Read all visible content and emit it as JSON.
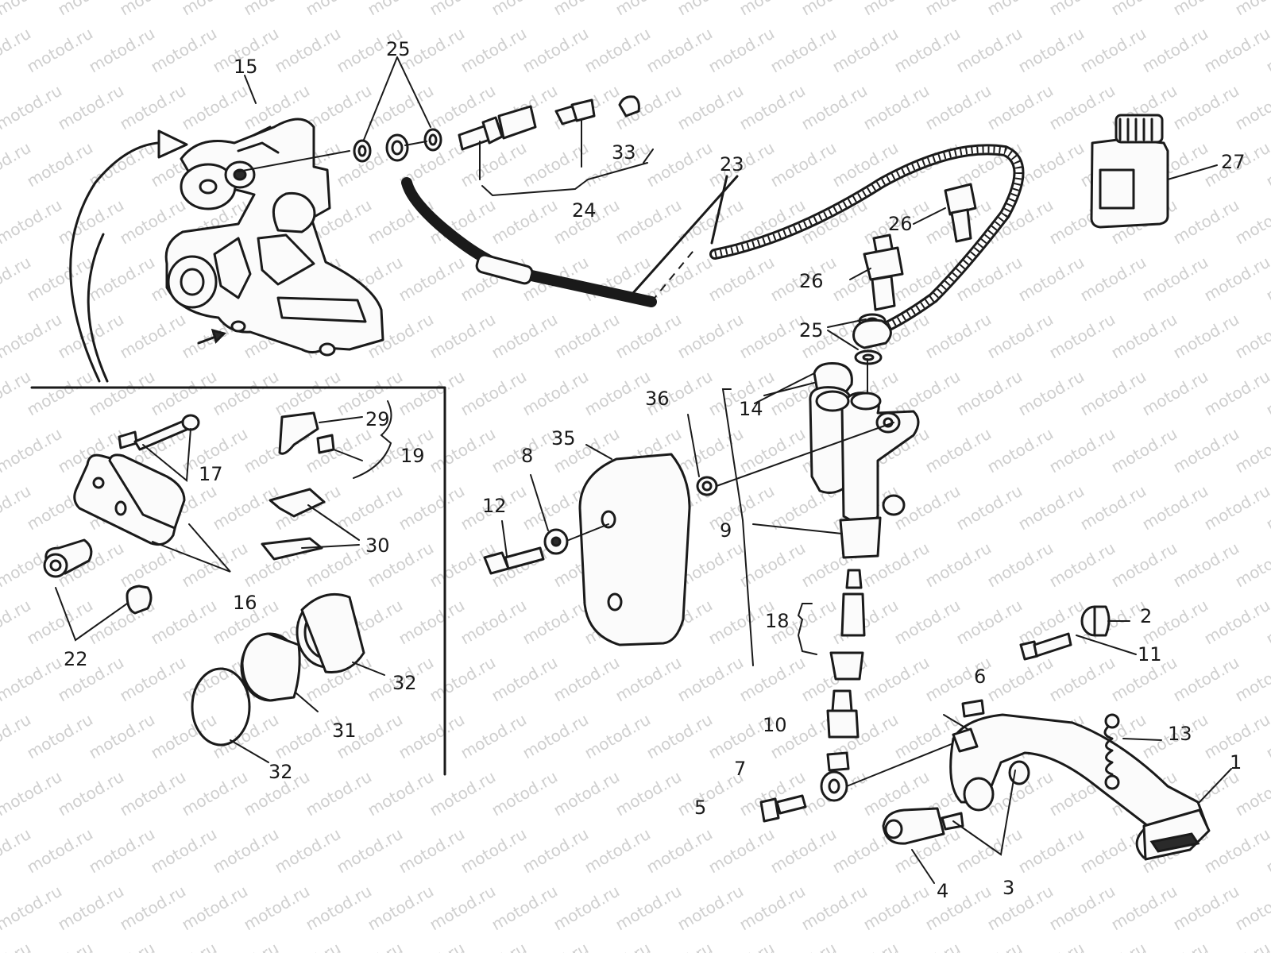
{
  "watermark": "motod.ru",
  "labels": {
    "n1": "1",
    "n2": "2",
    "n3": "3",
    "n4": "4",
    "n5": "5",
    "n6": "6",
    "n7": "7",
    "n8": "8",
    "n9": "9",
    "n10": "10",
    "n11": "11",
    "n12": "12",
    "n13": "13",
    "n14": "14",
    "n15": "15",
    "n16": "16",
    "n17": "17",
    "n18": "18",
    "n19": "19",
    "n22": "22",
    "n23": "23",
    "n24": "24",
    "n25a": "25",
    "n25b": "25",
    "n26a": "26",
    "n26b": "26",
    "n27": "27",
    "n29": "29",
    "n30": "30",
    "n31": "31",
    "n32a": "32",
    "n32b": "32",
    "n33": "33",
    "n35": "35",
    "n36": "36"
  }
}
